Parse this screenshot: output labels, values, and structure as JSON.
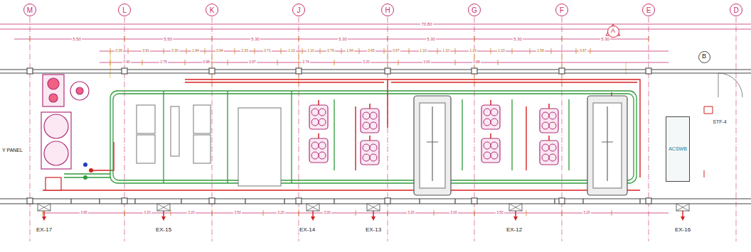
{
  "diagram": {
    "nodes": [
      {
        "text": [
          "M"
        ]
      },
      {
        "text": [
          "L"
        ]
      },
      {
        "text": [
          "K"
        ]
      },
      {
        "text": [
          "J"
        ]
      },
      {
        "text": [
          "H"
        ]
      },
      {
        "text": [
          "G"
        ]
      },
      {
        "text": [
          "F"
        ]
      },
      {
        "text": [
          "E"
        ]
      },
      {
        "text": [
          "D"
        ]
      },
      {
        "text": [
          "A"
        ]
      },
      {
        "text": [
          "B"
        ]
      },
      {
        "text": [
          "ACSWB"
        ]
      }
    ],
    "labels": [
      "Y PANEL",
      "STF-4",
      "EX-17",
      "EX-15",
      "EX-14",
      "EX-13",
      "EX-12",
      "EX-16",
      "70.80",
      "5.50",
      "5.50",
      "5.30",
      "5.30",
      "5.30",
      "5.30",
      "5.30",
      "0.39",
      "3.91",
      "0.30",
      "1.94",
      "0.94",
      "2.33",
      "0.71",
      "1.10",
      "1.10",
      "0.79",
      "1.94",
      "0.65",
      "0.67",
      "1.10",
      "1.10",
      "1.19",
      "1.10",
      "1.59",
      "0.67",
      "0.90",
      "2.75",
      "0.98",
      "2.87",
      "2.74",
      "3.20",
      "3.00",
      "0.88",
      "3.90",
      "3.20",
      "3.20",
      "3.50",
      "3.20",
      "3.00",
      "3.20",
      "3.00",
      "3.50",
      "3.20"
    ]
  }
}
